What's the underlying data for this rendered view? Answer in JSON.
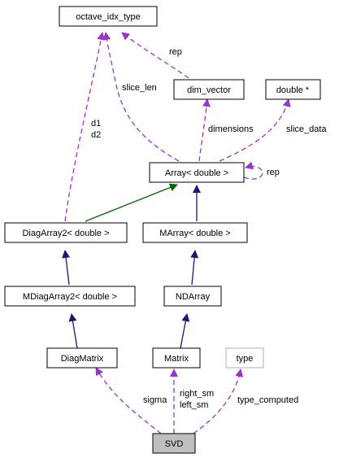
{
  "nodes": {
    "octave_idx_type": "octave_idx_type",
    "dim_vector": "dim_vector",
    "double_ptr": "double *",
    "array_double": "Array< double >",
    "diagarray2_double": "DiagArray2< double >",
    "marray_double": "MArray< double >",
    "mdiagarray2_double": "MDiagArray2< double >",
    "ndarray": "NDArray",
    "diagmatrix": "DiagMatrix",
    "matrix": "Matrix",
    "type": "type",
    "svd": "SVD"
  },
  "edge_labels": {
    "rep_top": "rep",
    "slice_len": "slice_len",
    "dimensions": "dimensions",
    "slice_data": "slice_data",
    "rep_self": "rep",
    "d1": "d1",
    "d2": "d2",
    "sigma": "sigma",
    "right_sm": "right_sm",
    "left_sm": "left_sm",
    "type_computed": "type_computed"
  },
  "colors": {
    "public_inheritance": "#191970",
    "protected_inheritance": "#006400",
    "usage": "#9a32cd",
    "focus_fill": "#bfbfbf",
    "muted_border": "#b0b0b0"
  }
}
